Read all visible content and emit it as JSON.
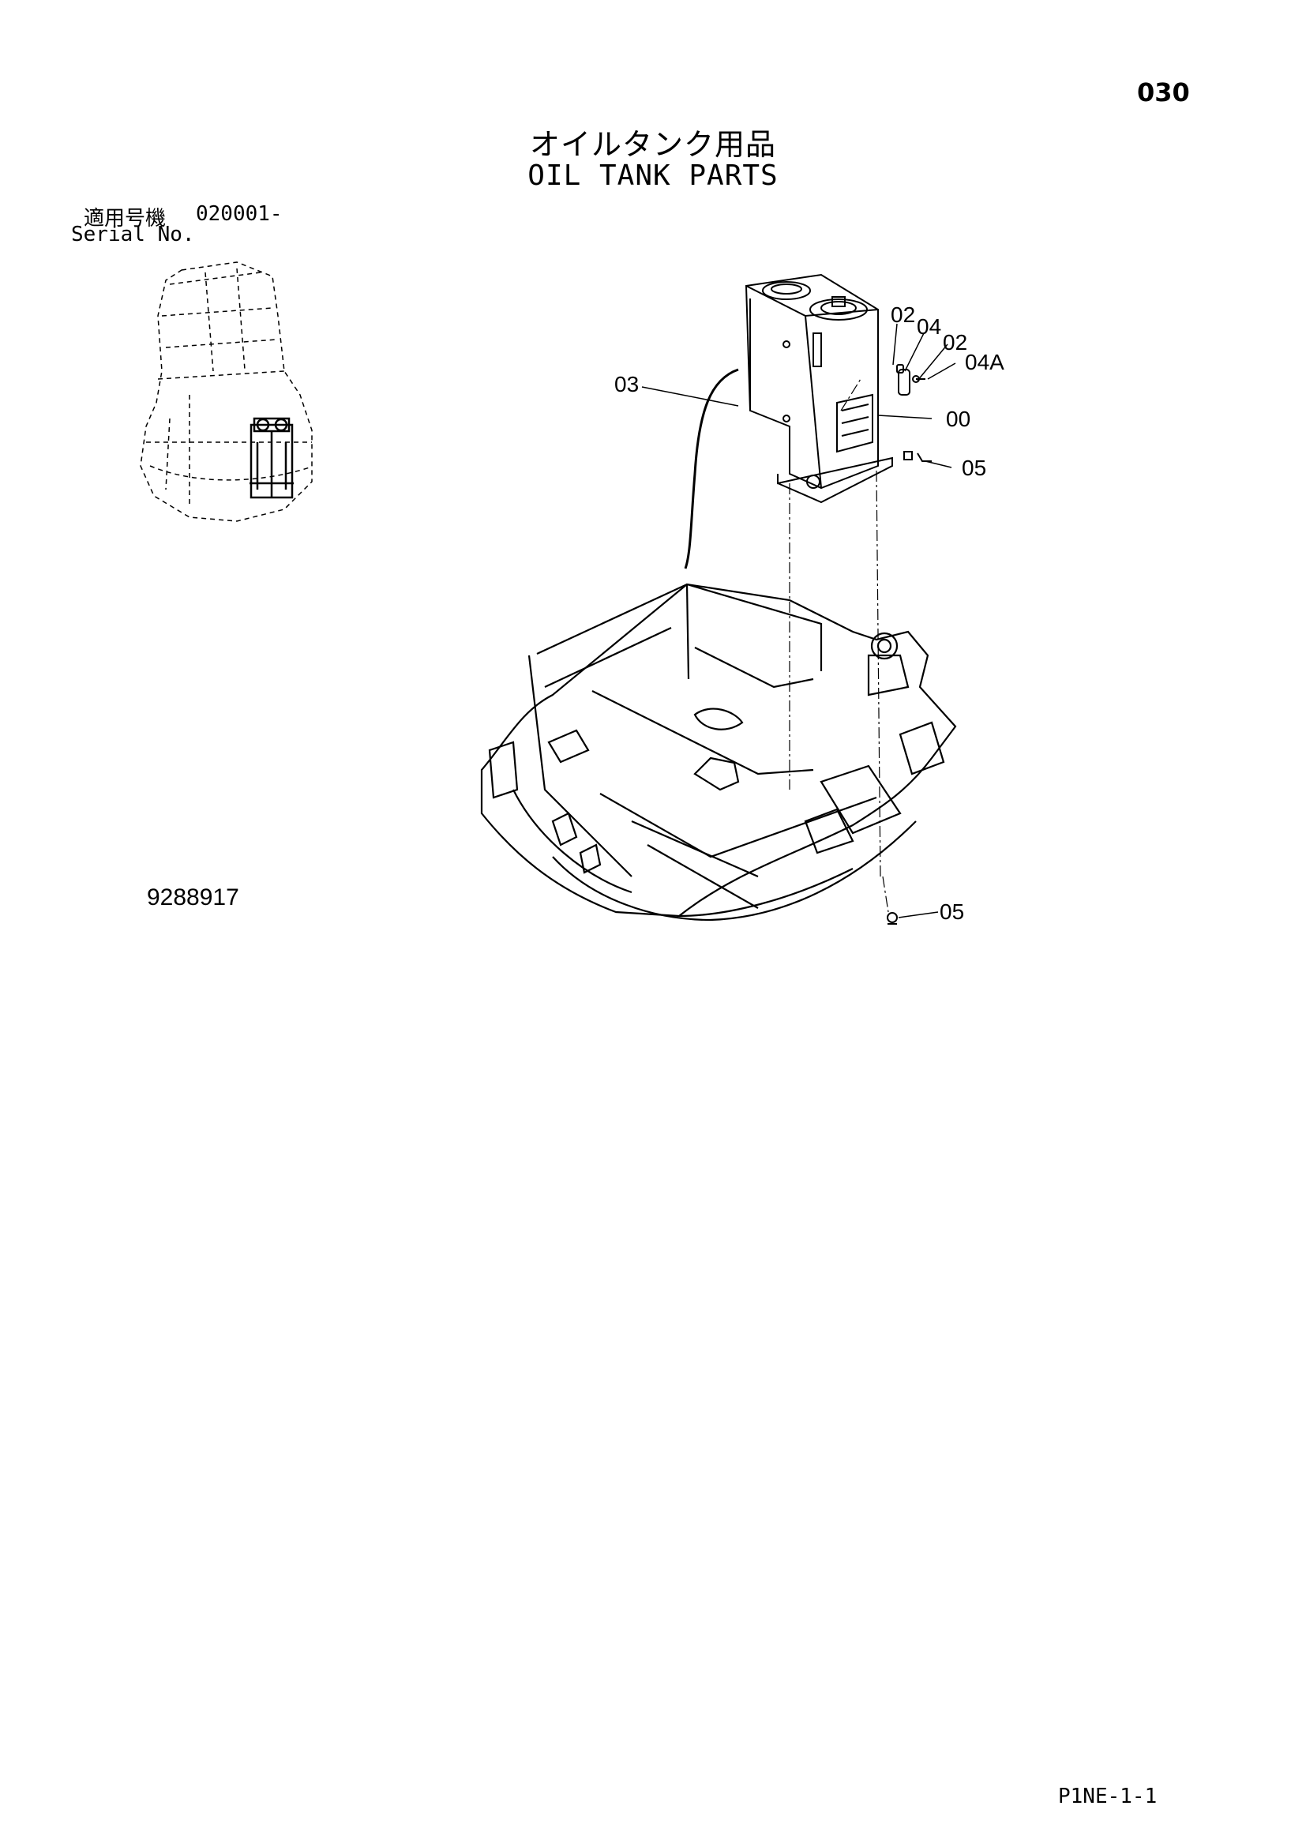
{
  "page": {
    "number": "030",
    "title_ja": "オイルタンク用品",
    "title_en": "OIL TANK PARTS",
    "serial_label_ja": "適用号機",
    "serial_value": "020001-",
    "serial_label_en": "Serial No.",
    "illustration_number": "9288917",
    "reference_code": "P1NE-1-1"
  },
  "callouts": {
    "c02a": "02",
    "c04": "04",
    "c02b": "02",
    "c04a": "04A",
    "c03": "03",
    "c00": "00",
    "c05a": "05",
    "c05b": "05"
  }
}
